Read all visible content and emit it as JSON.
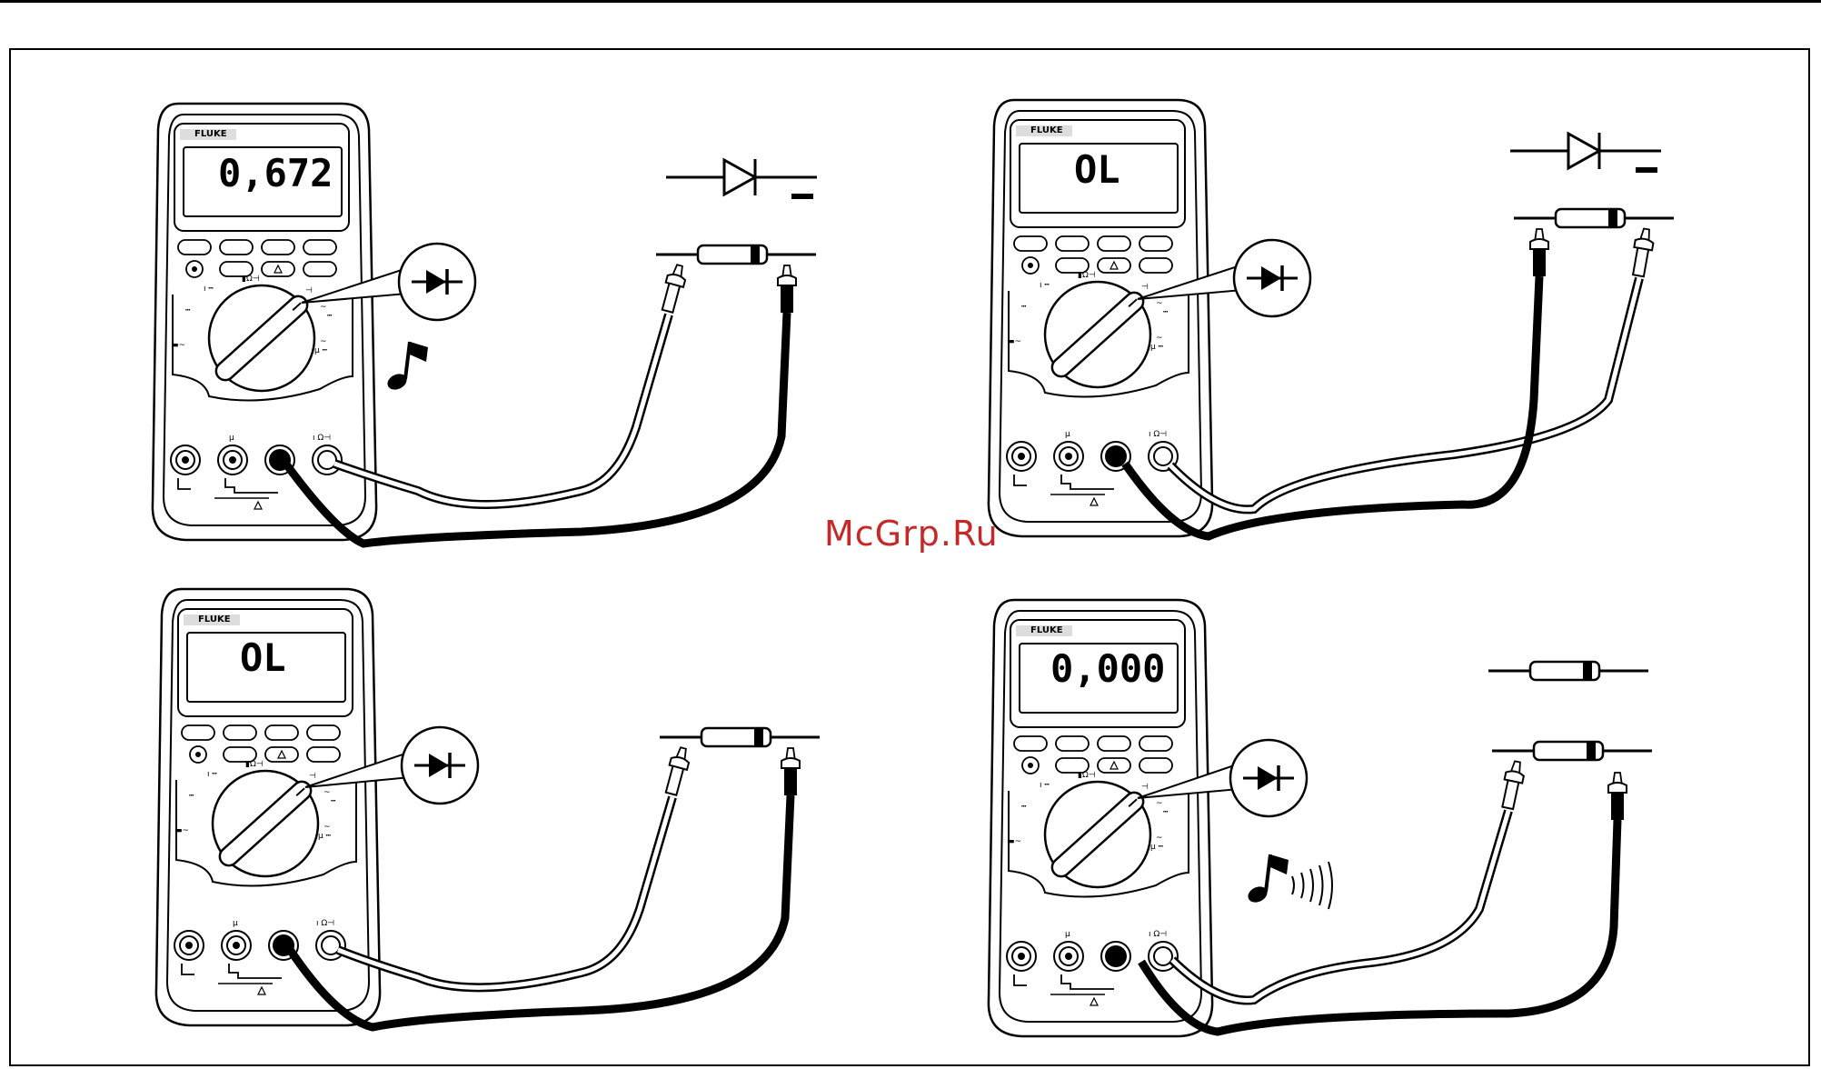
{
  "watermark": "McGrp.Ru",
  "brand": "FLUKE",
  "panels": [
    {
      "id": "top-left",
      "reading": "0,672",
      "symbol": "diode-forward",
      "beep": "single-note"
    },
    {
      "id": "top-right",
      "reading": "OL",
      "symbol": "diode-reverse",
      "beep": "none"
    },
    {
      "id": "bottom-left",
      "reading": "OL",
      "symbol": "none",
      "beep": "none"
    },
    {
      "id": "bottom-right",
      "reading": "0,000",
      "symbol": "none",
      "beep": "continuous-tone"
    }
  ],
  "icons": [
    "diode-icon",
    "music-note-icon",
    "sound-waves-icon",
    "multimeter-icon",
    "test-lead-icon",
    "rotary-dial-icon"
  ],
  "colors": {
    "line": "#000000",
    "background": "#ffffff",
    "watermark": "#c62828"
  }
}
